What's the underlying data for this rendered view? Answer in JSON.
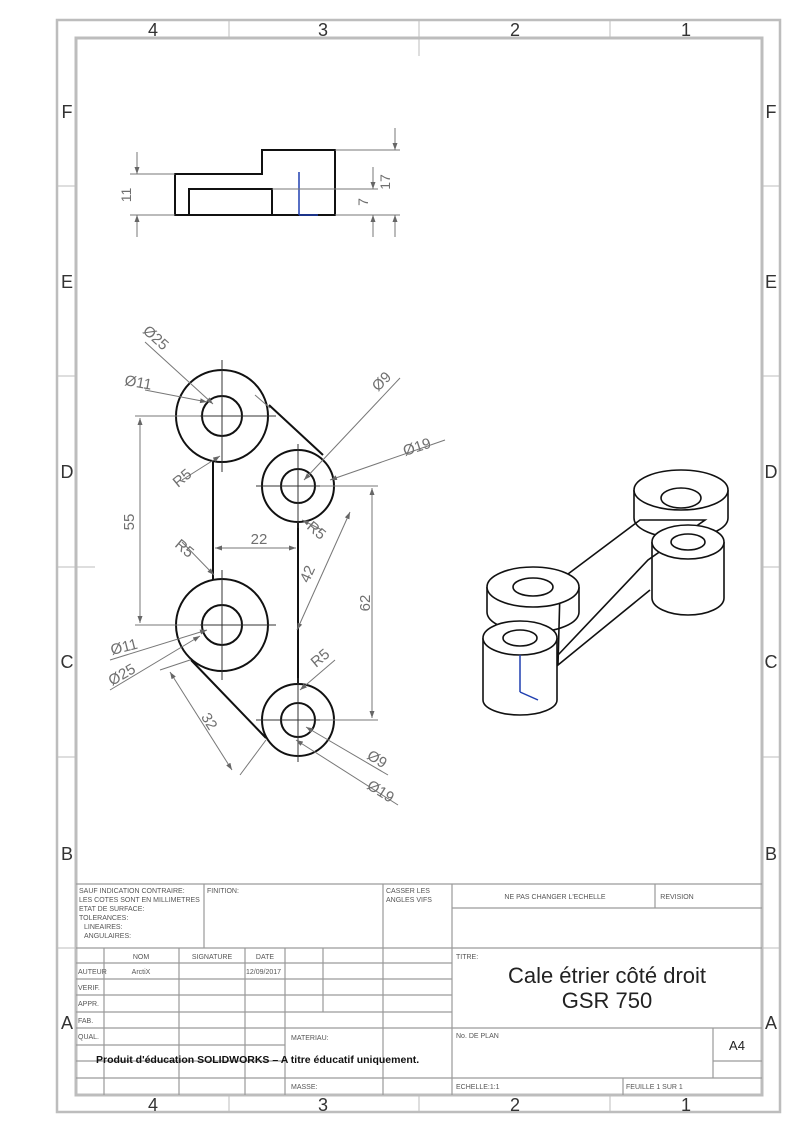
{
  "sheet": {
    "col_labels": [
      "4",
      "3",
      "2",
      "1"
    ],
    "row_labels": [
      "F",
      "E",
      "D",
      "C",
      "B",
      "A"
    ]
  },
  "top_view": {
    "dims": {
      "height_left": "11",
      "height_small": "7",
      "height_total": "17"
    }
  },
  "front_view": {
    "dims": {
      "dia_25_top": "Ø25",
      "dia_11_top": "Ø11",
      "dia_9_right": "Ø9",
      "dia_19_right": "Ø19",
      "r5_upper": "R5",
      "r5_mid_right": "R5",
      "r5_left": "R5",
      "r5_lower_right": "R5",
      "dist_55": "55",
      "dist_22": "22",
      "dist_42": "42",
      "dist_62": "62",
      "dist_32": "32",
      "dia_11_bottom": "Ø11",
      "dia_25_bottom": "Ø25",
      "dia_9_bottom": "Ø9",
      "dia_19_bottom": "Ø19"
    }
  },
  "title_block": {
    "general_notes": [
      "SAUF INDICATION CONTRAIRE:",
      "LES COTES SONT EN MILLIMETRES",
      "ETAT DE SURFACE:",
      "TOLERANCES:",
      "LINEAIRES:",
      "ANGULAIRES:"
    ],
    "finish_label": "FINITION:",
    "break_edges": [
      "CASSER LES",
      "ANGLES VIFS"
    ],
    "no_scale": "NE PAS CHANGER L'ECHELLE",
    "revision": "REVISION",
    "col_nom": "NOM",
    "col_signature": "SIGNATURE",
    "col_date": "DATE",
    "row_auteur": "AUTEUR",
    "row_verif": "VERIF.",
    "row_appr": "APPR.",
    "row_fab": "FAB.",
    "row_qual": "QUAL.",
    "author_name": "ArctiX",
    "author_date": "12/09/2017",
    "titre_label": "TITRE:",
    "title_line1": "Cale étrier côté droit",
    "title_line2": "GSR 750",
    "materiau": "MATERIAU:",
    "plan_no": "No. DE PLAN",
    "sheet_size": "A4",
    "masse": "MASSE:",
    "echelle": "ECHELLE:1:1",
    "feuille": "FEUILLE 1 SUR 1",
    "edu_notice": "Produit d'éducation SOLIDWORKS – A titre éducatif uniquement."
  }
}
